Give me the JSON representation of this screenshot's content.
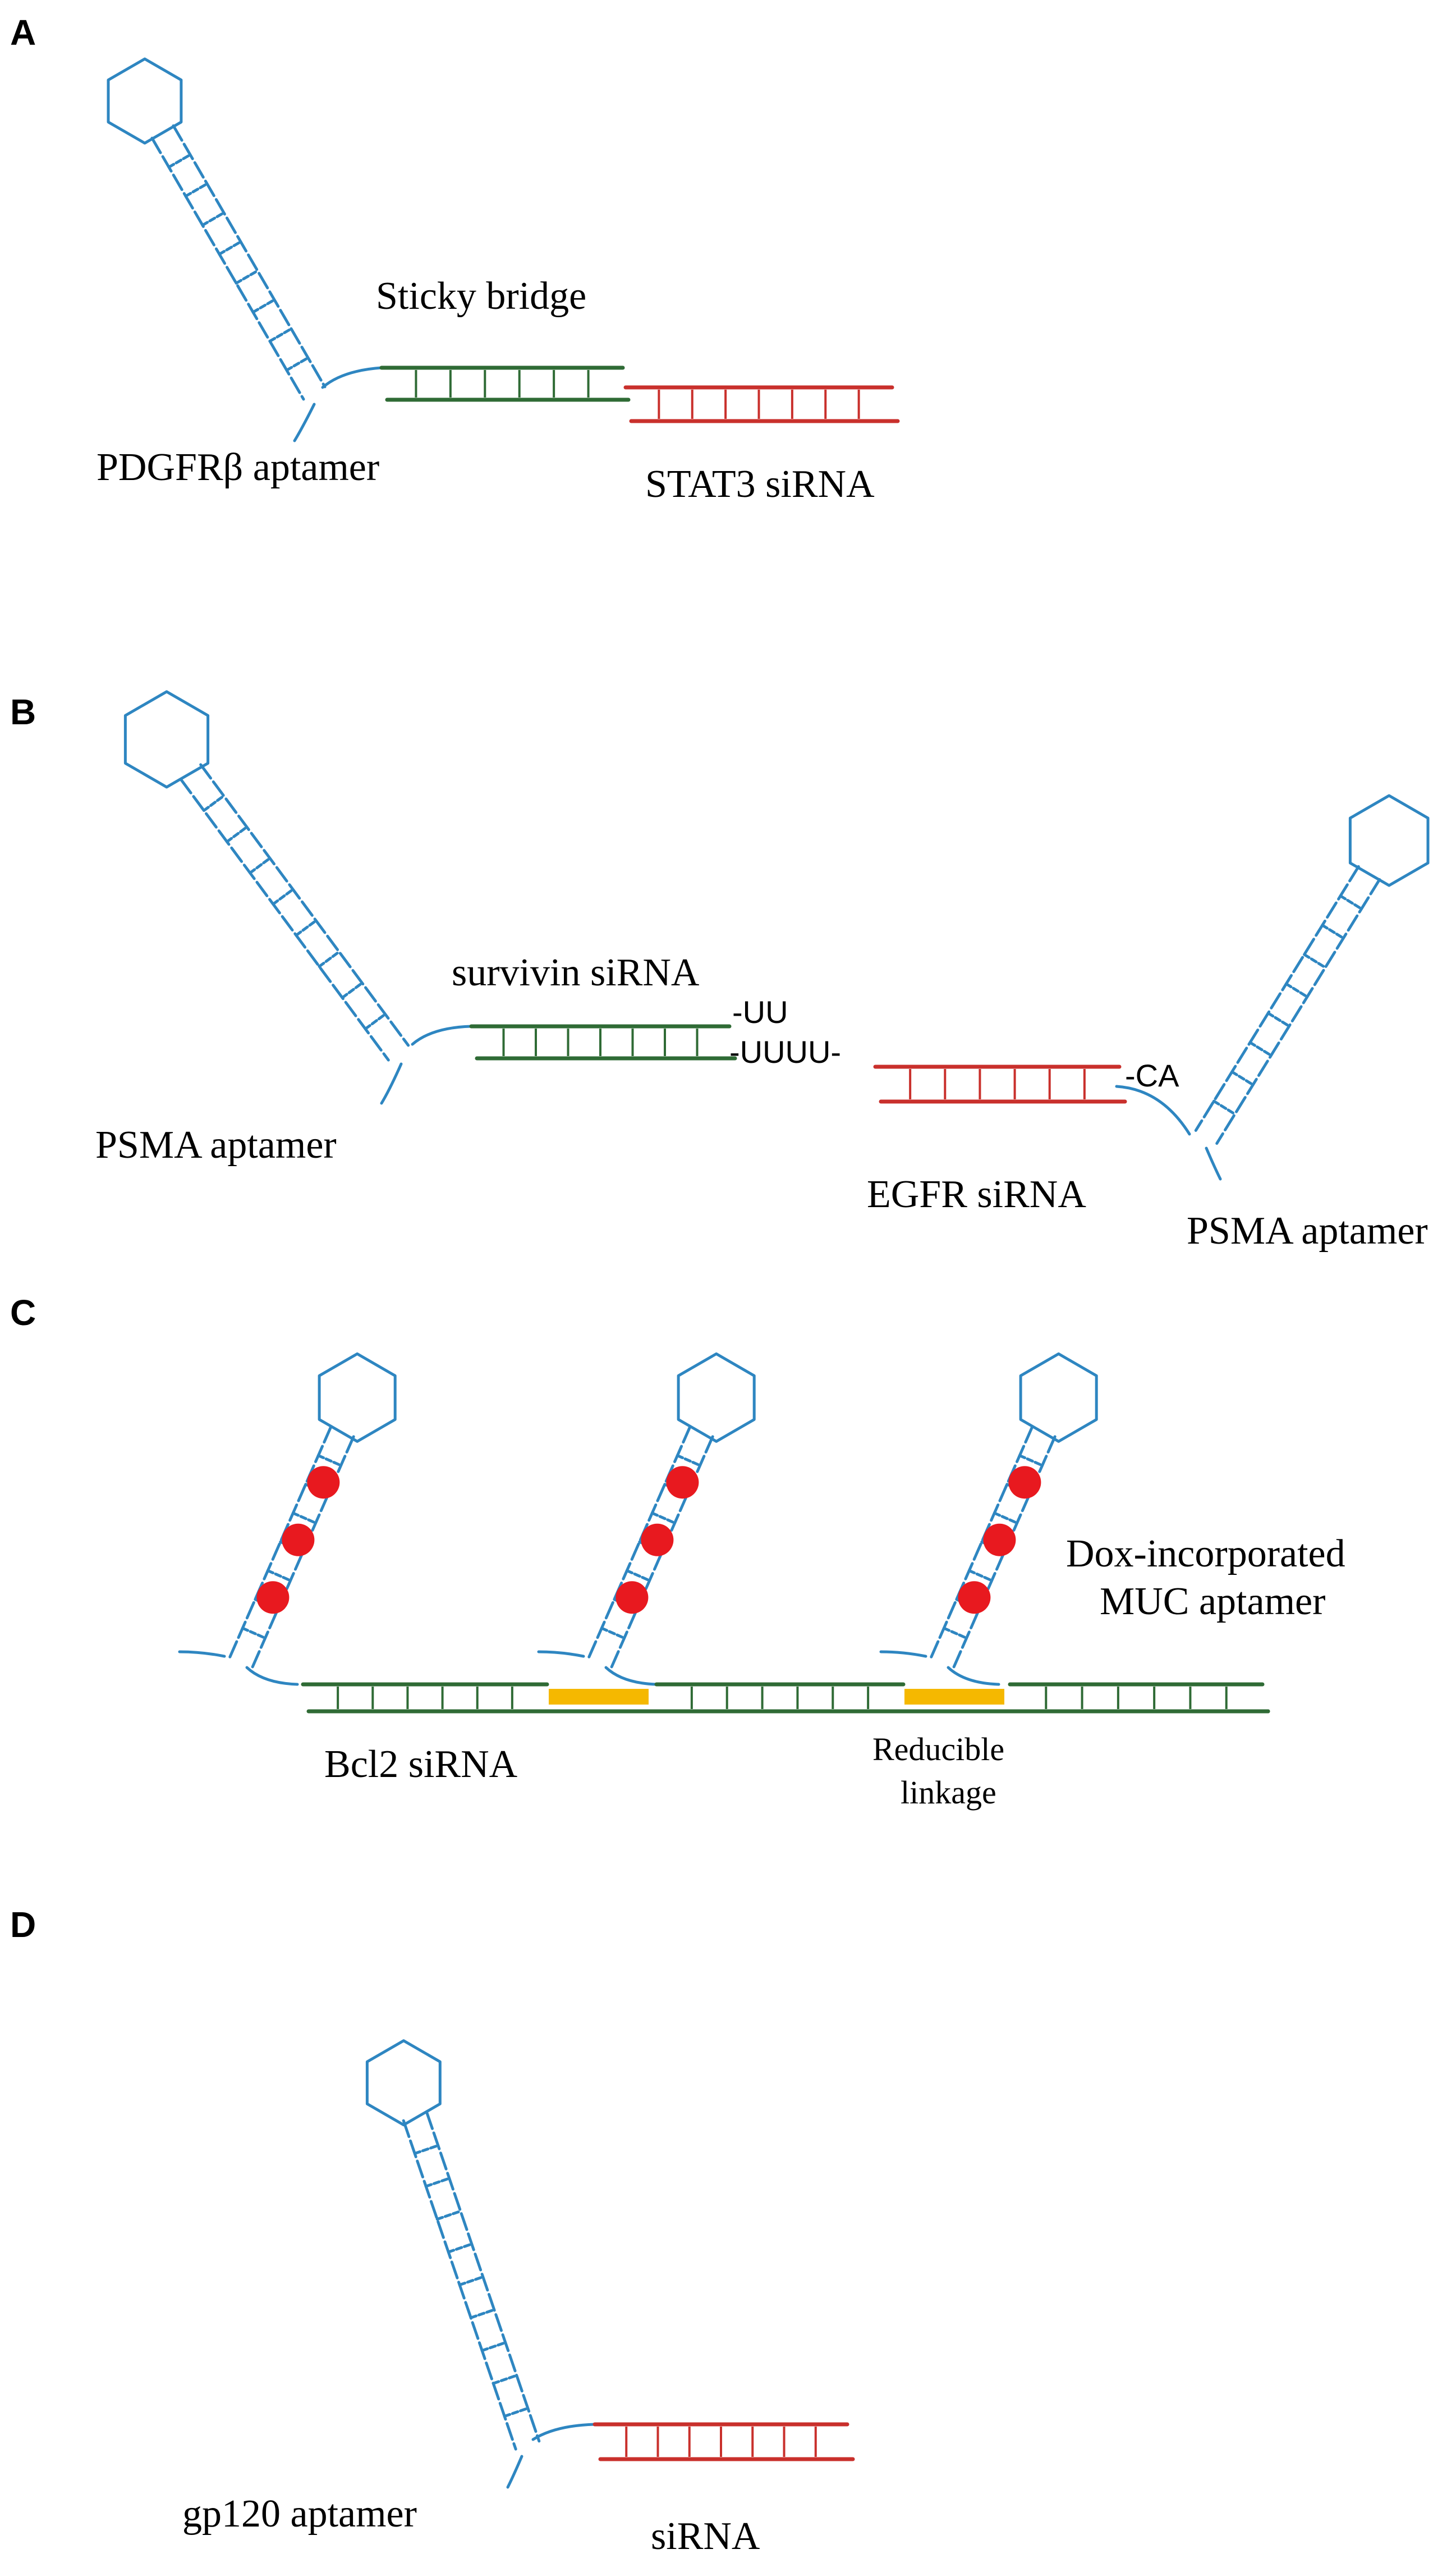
{
  "panels": {
    "A": {
      "letter": "A",
      "aptamer_label": "PDGFRβ aptamer",
      "bridge_label": "Sticky bridge",
      "sirna_label": "STAT3 siRNA"
    },
    "B": {
      "letter": "B",
      "aptamer_left_label": "PSMA aptamer",
      "sirna1_label": "survivin siRNA",
      "overhang_top": "-UU",
      "overhang_bottom": "-UUUU-",
      "overhang_ca": "-CA",
      "sirna2_label": "EGFR siRNA",
      "aptamer_right_label": "PSMA aptamer"
    },
    "C": {
      "letter": "C",
      "aptamer_label_line1": "Dox-incorporated",
      "aptamer_label_line2": "MUC aptamer",
      "sirna_label": "Bcl2 siRNA",
      "linkage_line1": "Reducible",
      "linkage_line2": "linkage"
    },
    "D": {
      "letter": "D",
      "aptamer_label": "gp120 aptamer",
      "sirna_label": "siRNA"
    }
  },
  "colors": {
    "aptamer": "#2e86c1",
    "sirna_green": "#2f6b35",
    "sirna_red": "#c9302c",
    "linkage": "#f5b800",
    "dox": "#e8191f"
  }
}
